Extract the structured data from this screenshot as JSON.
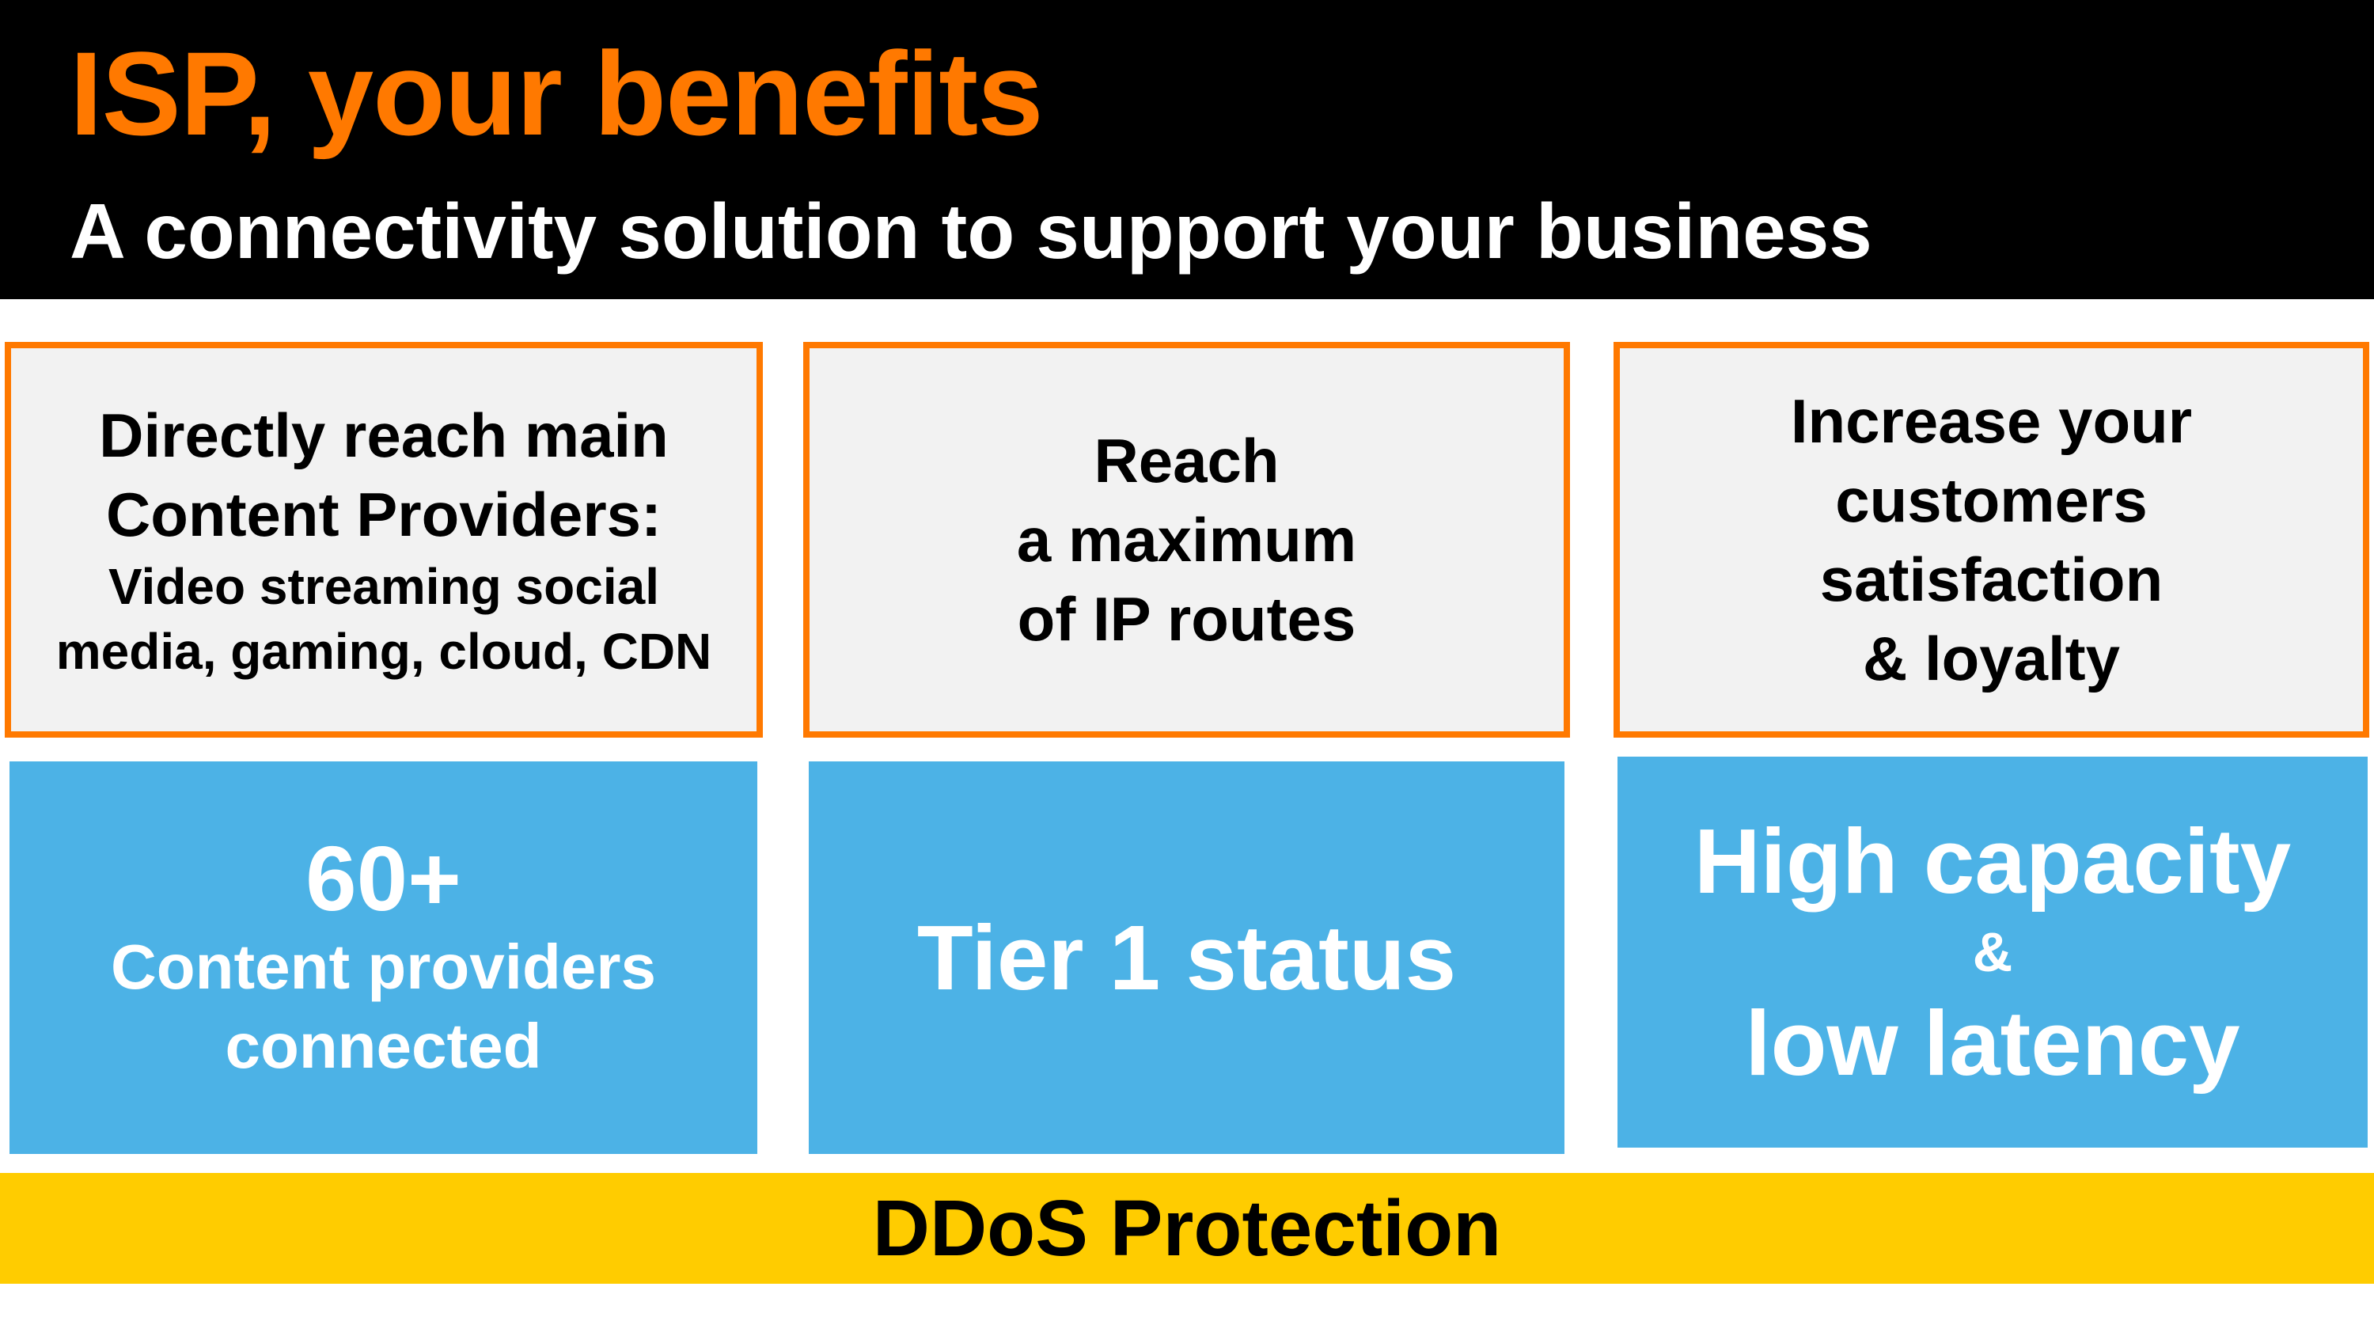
{
  "header": {
    "title": "ISP, your benefits",
    "subtitle": "A connectivity solution to support your business"
  },
  "benefits": [
    {
      "lines": [
        "Directly reach  main",
        "Content Providers:"
      ],
      "detail_lines": [
        "Video streaming social",
        "media, gaming, cloud, CDN"
      ]
    },
    {
      "lines": [
        "Reach",
        "a maximum",
        "of IP routes"
      ]
    },
    {
      "lines": [
        "Increase your",
        "customers",
        "satisfaction",
        "& loyalty"
      ]
    }
  ],
  "stats": [
    {
      "value": "60+",
      "lines": [
        "Content providers",
        "connected"
      ]
    },
    {
      "value": "Tier 1 status"
    },
    {
      "line1": "High capacity",
      "connector": "&",
      "line2": "low latency"
    }
  ],
  "banner": {
    "label": "DDoS Protection"
  },
  "colors": {
    "header_bg": "#000000",
    "title": "#ff7900",
    "subtitle": "#ffffff",
    "benefit_border": "#ff7900",
    "benefit_bg": "#f2f2f2",
    "stat_bg": "#4cb2e6",
    "stat_text": "#ffffff",
    "banner_bg": "#ffcc00"
  }
}
